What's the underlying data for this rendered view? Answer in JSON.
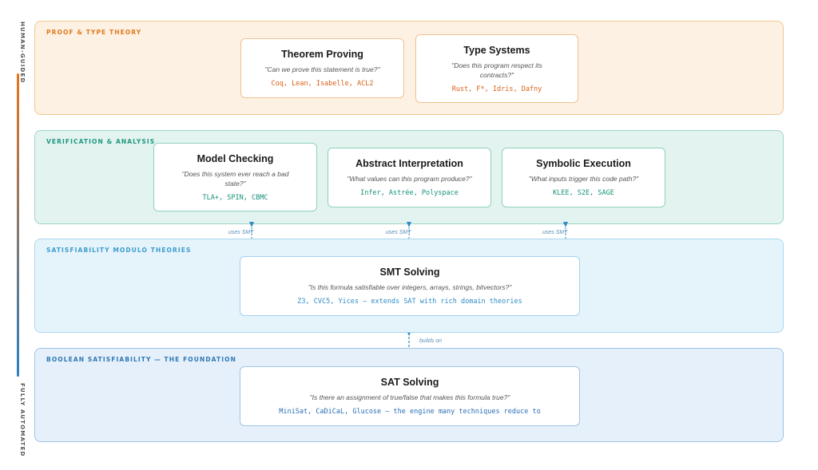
{
  "side_labels": {
    "top": "HUMAN-GUIDED",
    "bottom": "FULLY AUTOMATED"
  },
  "layers": {
    "proof": {
      "title": "PROOF & TYPE THEORY",
      "cards": [
        {
          "title": "Theorem Proving",
          "question": "\"Can we prove this statement is true?\"",
          "tools": "Coq, Lean, Isabelle, ACL2"
        },
        {
          "title": "Type Systems",
          "question": "\"Does this program respect its contracts?\"",
          "tools": "Rust, F*, Idris, Dafny"
        }
      ]
    },
    "verification": {
      "title": "VERIFICATION & ANALYSIS",
      "cards": [
        {
          "title": "Model Checking",
          "question": "\"Does this system ever reach a bad state?\"",
          "tools": "TLA+, SPIN, CBMC"
        },
        {
          "title": "Abstract Interpretation",
          "question": "\"What values can this program produce?\"",
          "tools": "Infer, Astrée, Polyspace"
        },
        {
          "title": "Symbolic Execution",
          "question": "\"What inputs trigger this code path?\"",
          "tools": "KLEE, S2E, SAGE"
        }
      ]
    },
    "smt": {
      "title": "SATISFIABILITY MODULO THEORIES",
      "cards": [
        {
          "title": "SMT Solving",
          "question": "\"Is this formula satisfiable over integers, arrays, strings, bitvectors?\"",
          "tools": "Z3, CVC5, Yices — extends SAT with rich domain theories"
        }
      ]
    },
    "sat": {
      "title": "BOOLEAN SATISFIABILITY — THE FOUNDATION",
      "cards": [
        {
          "title": "SAT Solving",
          "question": "\"Is there an assignment of true/false that makes this formula true?\"",
          "tools": "MiniSat, CaDiCaL, Glucose — the engine many techniques reduce to"
        }
      ]
    }
  },
  "connectors": {
    "uses_smt": "uses SMT",
    "builds_on": "builds on"
  },
  "colors": {
    "proof": "#e07a1f",
    "verification": "#1f9880",
    "smt": "#3d9ccd",
    "sat": "#2d78b5",
    "arrow": "#2d8cc7"
  }
}
